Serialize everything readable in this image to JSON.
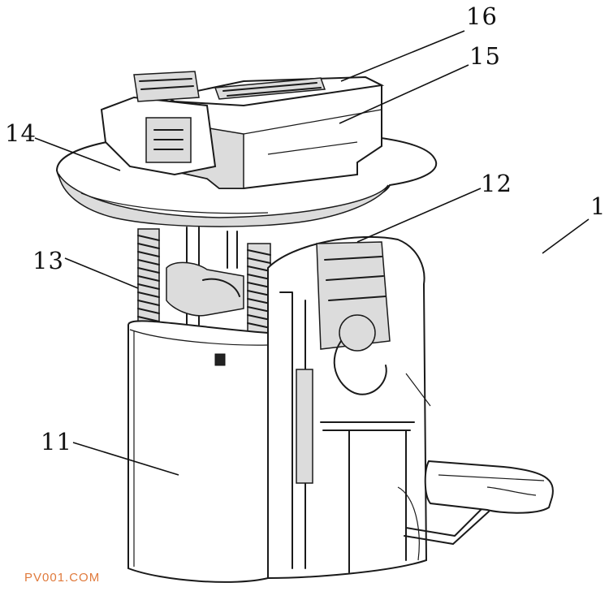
{
  "labels": {
    "l1": "1",
    "l11": "11",
    "l12": "12",
    "l13": "13",
    "l14": "14",
    "l15": "15",
    "l16": "16"
  },
  "watermark": "PV001.COM",
  "colors": {
    "watermark": "#e07a3c",
    "line": "#1a1a1a"
  }
}
